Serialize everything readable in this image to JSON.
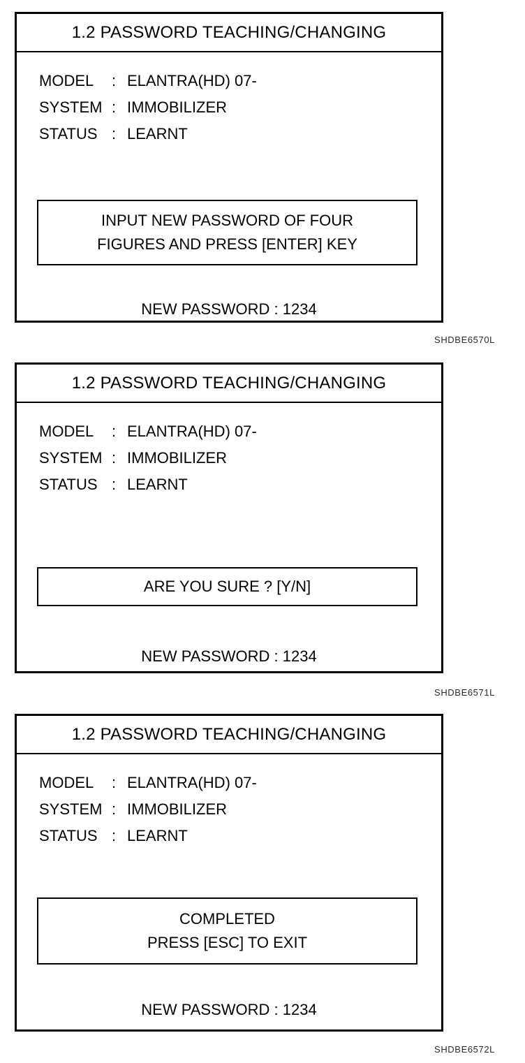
{
  "document": {
    "kind": "scan-tool-screen-sequence",
    "screen_count": 3
  },
  "shared": {
    "title": "1.2  PASSWORD TEACHING/CHANGING",
    "info": {
      "model_label": "MODEL",
      "model_colon": ":",
      "model_value": "ELANTRA(HD)  07-",
      "system_label": "SYSTEM",
      "system_colon": ":",
      "system_value": "IMMOBILIZER",
      "status_label": "STATUS",
      "status_colon": ":",
      "status_value": "LEARNT"
    }
  },
  "screens": [
    {
      "id": "screen-input-password",
      "title": "1.2  PASSWORD TEACHING/CHANGING",
      "message_lines": [
        "INPUT NEW PASSWORD OF FOUR",
        "FIGURES AND PRESS [ENTER] KEY"
      ],
      "password_line": "NEW PASSWORD : 1234",
      "password_label": "NEW PASSWORD",
      "password_value": "1234",
      "figure_code": "SHDBE6570L"
    },
    {
      "id": "screen-confirm",
      "title": "1.2  PASSWORD TEACHING/CHANGING",
      "message_lines": [
        "ARE YOU SURE ? [Y/N]"
      ],
      "password_line": "NEW PASSWORD :  1234",
      "password_label": "NEW PASSWORD",
      "password_value": "1234",
      "figure_code": "SHDBE6571L"
    },
    {
      "id": "screen-completed",
      "title": "1.2  PASSWORD TEACHING/CHANGING",
      "message_lines": [
        "COMPLETED",
        "PRESS [ESC] TO EXIT"
      ],
      "password_line": "NEW PASSWORD : 1234",
      "password_label": "NEW PASSWORD",
      "password_value": "1234",
      "figure_code": "SHDBE6572L"
    }
  ],
  "colors": {
    "ink": "#000000",
    "paper": "#ffffff",
    "caption": "#2b2b2b"
  }
}
